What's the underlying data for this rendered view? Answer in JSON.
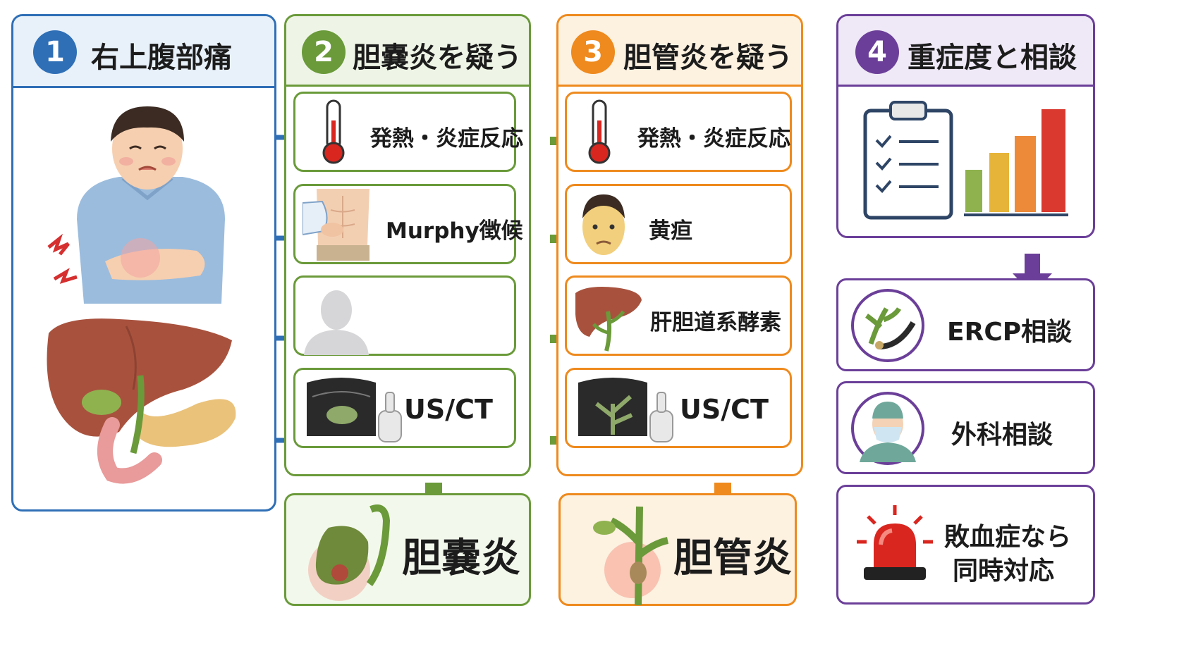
{
  "colors": {
    "blue": "#2f6fb6",
    "green": "#6a9a3a",
    "orange": "#ee8a1e",
    "purple": "#6b3f99",
    "blue_bg": "#e8f1fa",
    "green_bg": "#eef5e6",
    "orange_bg": "#fdf1e0",
    "purple_bg": "#efe8f6"
  },
  "step1": {
    "number": "1",
    "title": "右上腹部痛",
    "icons": [
      "patient-abdominal-pain-illustration",
      "liver-gallbladder-pancreas-illustration"
    ]
  },
  "step2": {
    "number": "2",
    "title": "胆嚢炎を疑う",
    "items": [
      {
        "icon": "thermometer-icon",
        "label": "発熱・炎症反応"
      },
      {
        "icon": "abdomen-palpation-icon",
        "label": "Murphy徴候"
      },
      {
        "icon": "person-silhouette-icon",
        "label": ""
      },
      {
        "icon": "ultrasound-gallbladder-icon",
        "label": "US/CT"
      }
    ],
    "result": "胆嚢炎"
  },
  "step3": {
    "number": "3",
    "title": "胆管炎を疑う",
    "items": [
      {
        "icon": "thermometer-icon",
        "label": "発熱・炎症反応"
      },
      {
        "icon": "jaundiced-face-icon",
        "label": "黄疸"
      },
      {
        "icon": "liver-icon",
        "label": "肝胆道系酵素"
      },
      {
        "icon": "ultrasound-bile-duct-icon",
        "label": "US/CT"
      }
    ],
    "result": "胆管炎"
  },
  "step4": {
    "number": "4",
    "title": "重症度と相談",
    "icons": [
      "clipboard-checklist-icon",
      "severity-bar-icon"
    ],
    "actions": [
      {
        "icon": "endoscope-icon",
        "label": "ERCP相談"
      },
      {
        "icon": "surgeon-icon",
        "label": "外科相談"
      }
    ],
    "alert": {
      "icon": "alarm-light-icon",
      "line1": "敗血症なら",
      "line2": "同時対応"
    }
  }
}
